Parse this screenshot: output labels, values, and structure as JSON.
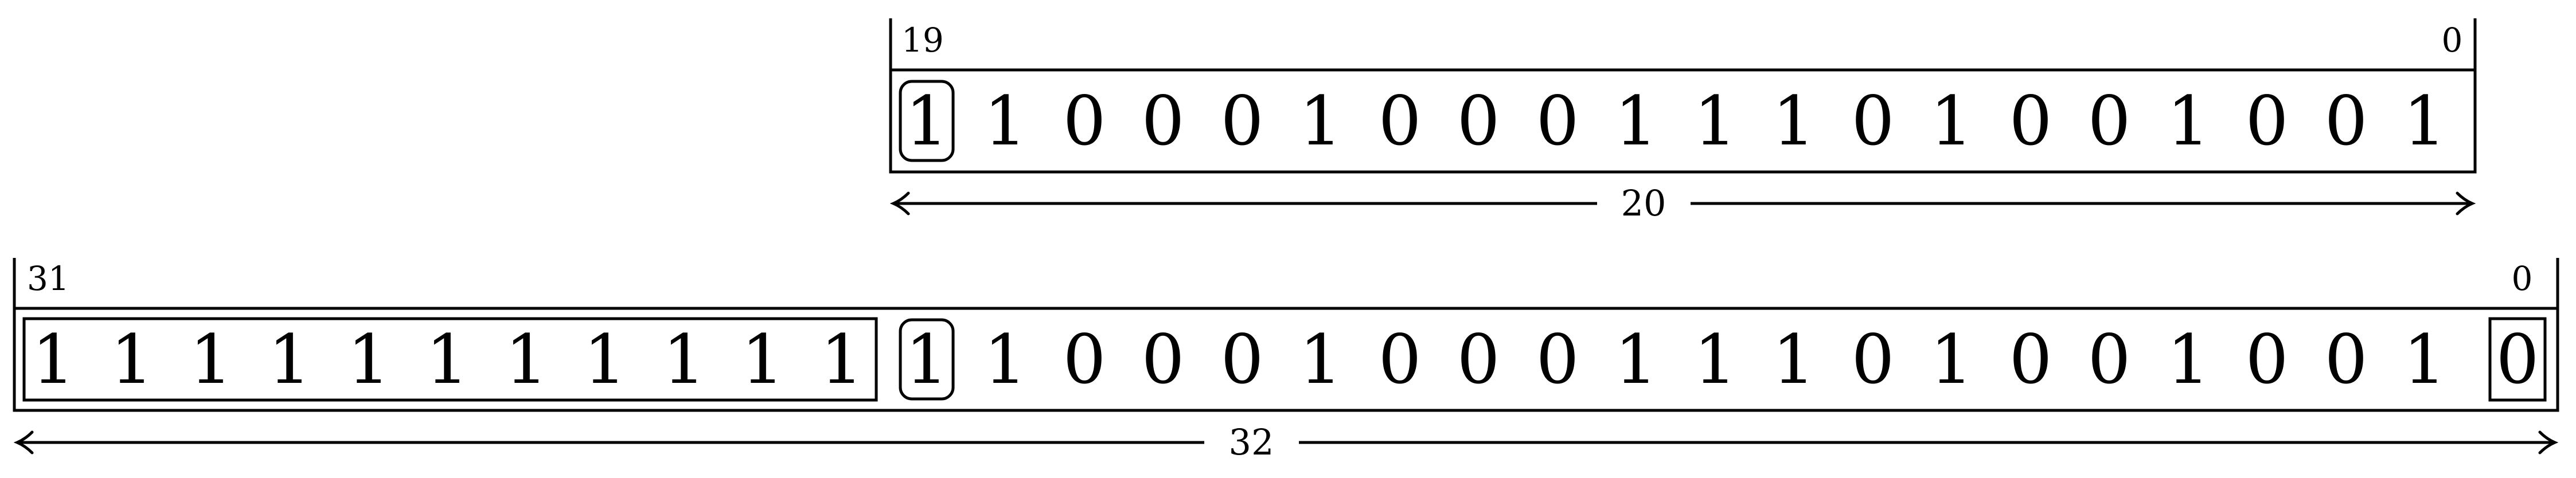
{
  "registers": [
    {
      "id": "reg20",
      "high_index": "19",
      "low_index": "0",
      "width_label": "20",
      "bits": [
        "1",
        "1",
        "0",
        "0",
        "0",
        "1",
        "0",
        "0",
        "0",
        "1",
        "1",
        "1",
        "0",
        "1",
        "0",
        "0",
        "1",
        "0",
        "0",
        "1"
      ],
      "sign_bit": 0
    },
    {
      "id": "reg32",
      "high_index": "31",
      "low_index": "0",
      "width_label": "32",
      "bits": [
        "1",
        "1",
        "1",
        "1",
        "1",
        "1",
        "1",
        "1",
        "1",
        "1",
        "1",
        "1",
        "1",
        "0",
        "0",
        "0",
        "1",
        "0",
        "0",
        "0",
        "1",
        "1",
        "1",
        "0",
        "1",
        "0",
        "0",
        "1",
        "0",
        "0",
        "1",
        "0"
      ],
      "sign_extension_bits": 11,
      "sign_bit": 11,
      "appended_bit": 31
    }
  ],
  "colors": {
    "stroke": "#000000",
    "background": "#ffffff"
  }
}
